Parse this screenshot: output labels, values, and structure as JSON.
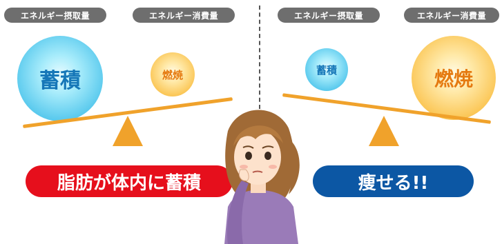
{
  "left": {
    "intake_label": "エネルギー摂取量",
    "consumption_label": "エネルギー消費量",
    "intake_ball": "蓄積",
    "consumption_ball": "燃焼",
    "result": "脂肪が体内に蓄積"
  },
  "right": {
    "intake_label": "エネルギー摂取量",
    "consumption_label": "エネルギー消費量",
    "intake_ball": "蓄積",
    "consumption_ball": "燃焼",
    "result": "痩せる!!"
  },
  "colors": {
    "beam": "#f0a22b",
    "red_banner": "#e60f1c",
    "blue_banner": "#0c57a4",
    "label_pill": "#6e6e6e"
  }
}
